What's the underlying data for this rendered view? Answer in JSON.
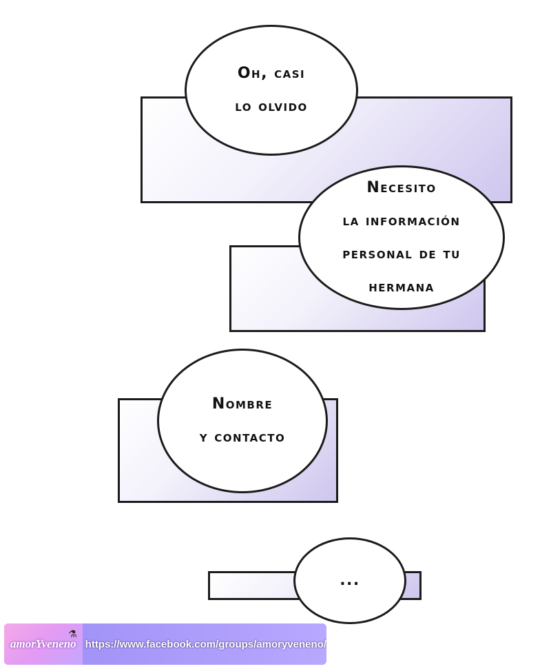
{
  "bubbles": [
    {
      "lines": [
        "Oh, casi",
        "lo olvido"
      ]
    },
    {
      "lines": [
        "Necesito",
        "la información",
        "personal de tu",
        "hermana"
      ]
    },
    {
      "lines": [
        "Nombre",
        "y contacto"
      ]
    },
    {
      "lines": [
        "..."
      ]
    }
  ],
  "banner": {
    "logo_text": "amorYveneno",
    "url": "https://www.facebook.com/groups/amoryveneno/"
  },
  "colors": {
    "panel_tint": "#cfc6ee",
    "banner": "#a899f7",
    "ink": "#1b1b1b"
  }
}
